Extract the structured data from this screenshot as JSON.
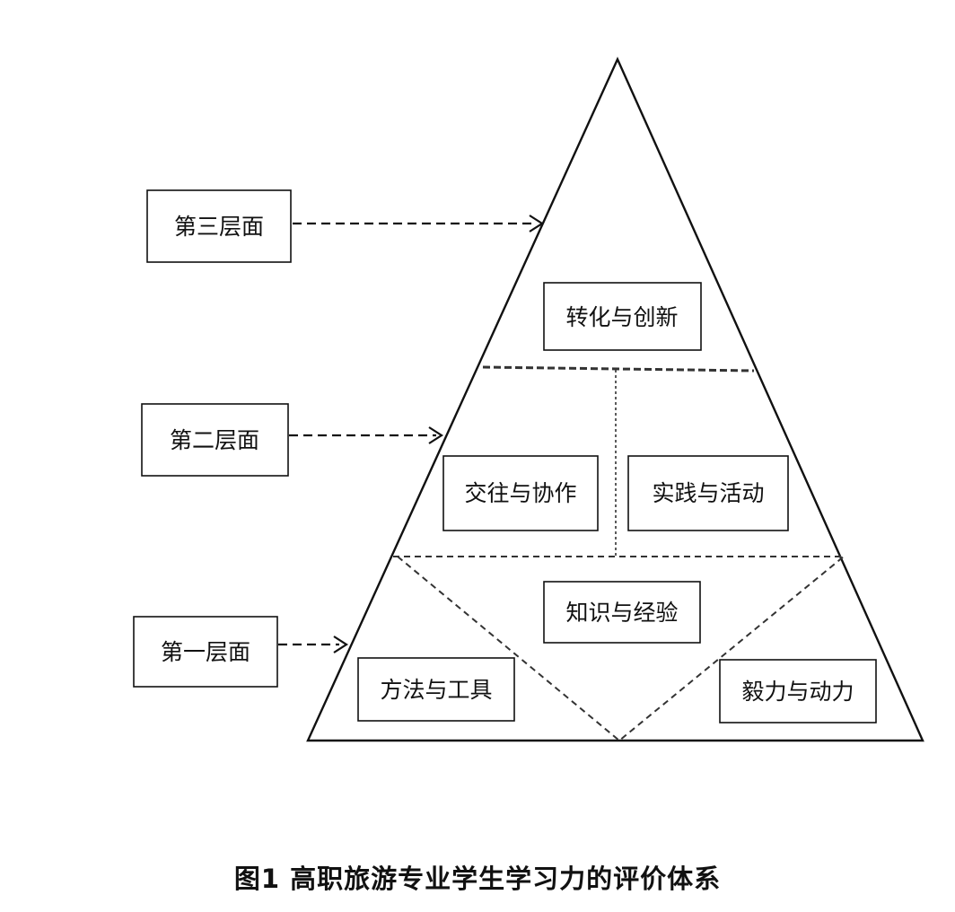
{
  "levels": {
    "level3": "第三层面",
    "level2": "第二层面",
    "level1": "第一层面"
  },
  "pyramid": {
    "top": "转化与创新",
    "middle_left": "交往与协作",
    "middle_right": "实践与活动",
    "bottom_center": "知识与经验",
    "bottom_left": "方法与工具",
    "bottom_right": "毅力与动力"
  },
  "caption": "图1  高职旅游专业学生学习力的评价体系"
}
